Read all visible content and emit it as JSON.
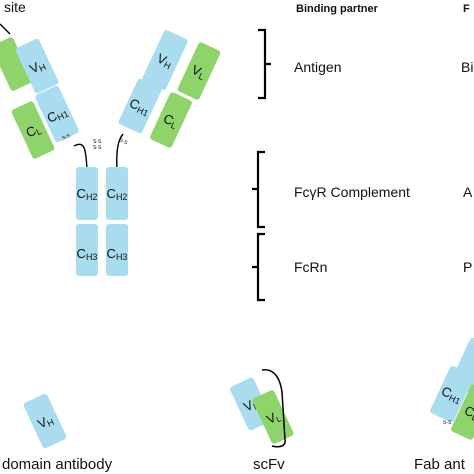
{
  "header": {
    "site_label": "site",
    "binding_partner_header": "Binding partner",
    "cut_header": "F"
  },
  "domains": {
    "vh": "V",
    "vh_sub": "H",
    "vl": "V",
    "vl_sub": "L",
    "ch1": "C",
    "ch1_sub": "H1",
    "cl": "C",
    "cl_sub": "L",
    "ch2": "C",
    "ch2_sub": "H2",
    "ch3": "C",
    "ch3_sub": "H3",
    "ss": "S-S"
  },
  "partners": [
    {
      "label": "Antigen",
      "cut": "Bi"
    },
    {
      "label": "FcγR Complement",
      "cut": "A"
    },
    {
      "label": "FcRn",
      "cut": "P"
    }
  ],
  "formats": {
    "single_domain": "domain antibody",
    "scfv": "scFv",
    "fab": "Fab ant"
  },
  "colors": {
    "heavy_chain": "#a9dcee",
    "light_chain": "#8ed46a",
    "bracket": "#000000"
  }
}
